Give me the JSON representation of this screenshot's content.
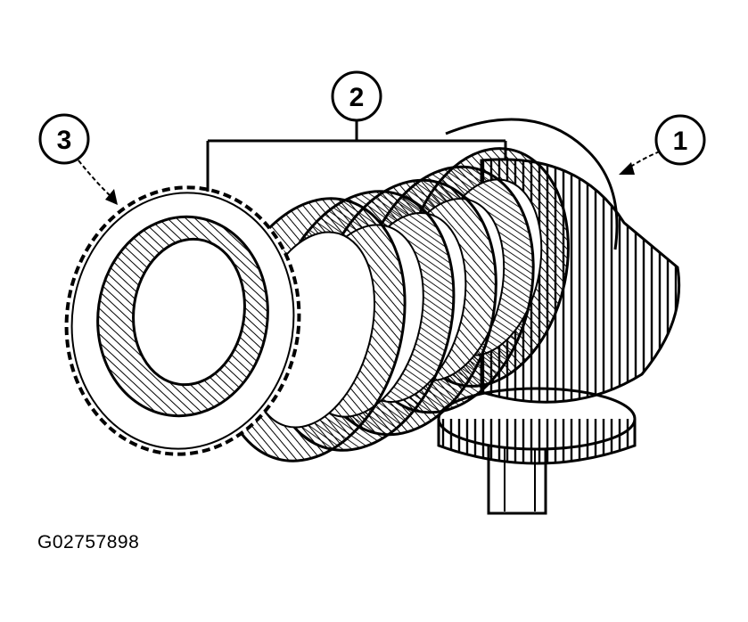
{
  "callouts": [
    {
      "label": "1"
    },
    {
      "label": "2"
    },
    {
      "label": "3"
    }
  ],
  "figure_id": "G02757898",
  "colors": {
    "ink": "#000000",
    "paper": "#ffffff"
  }
}
